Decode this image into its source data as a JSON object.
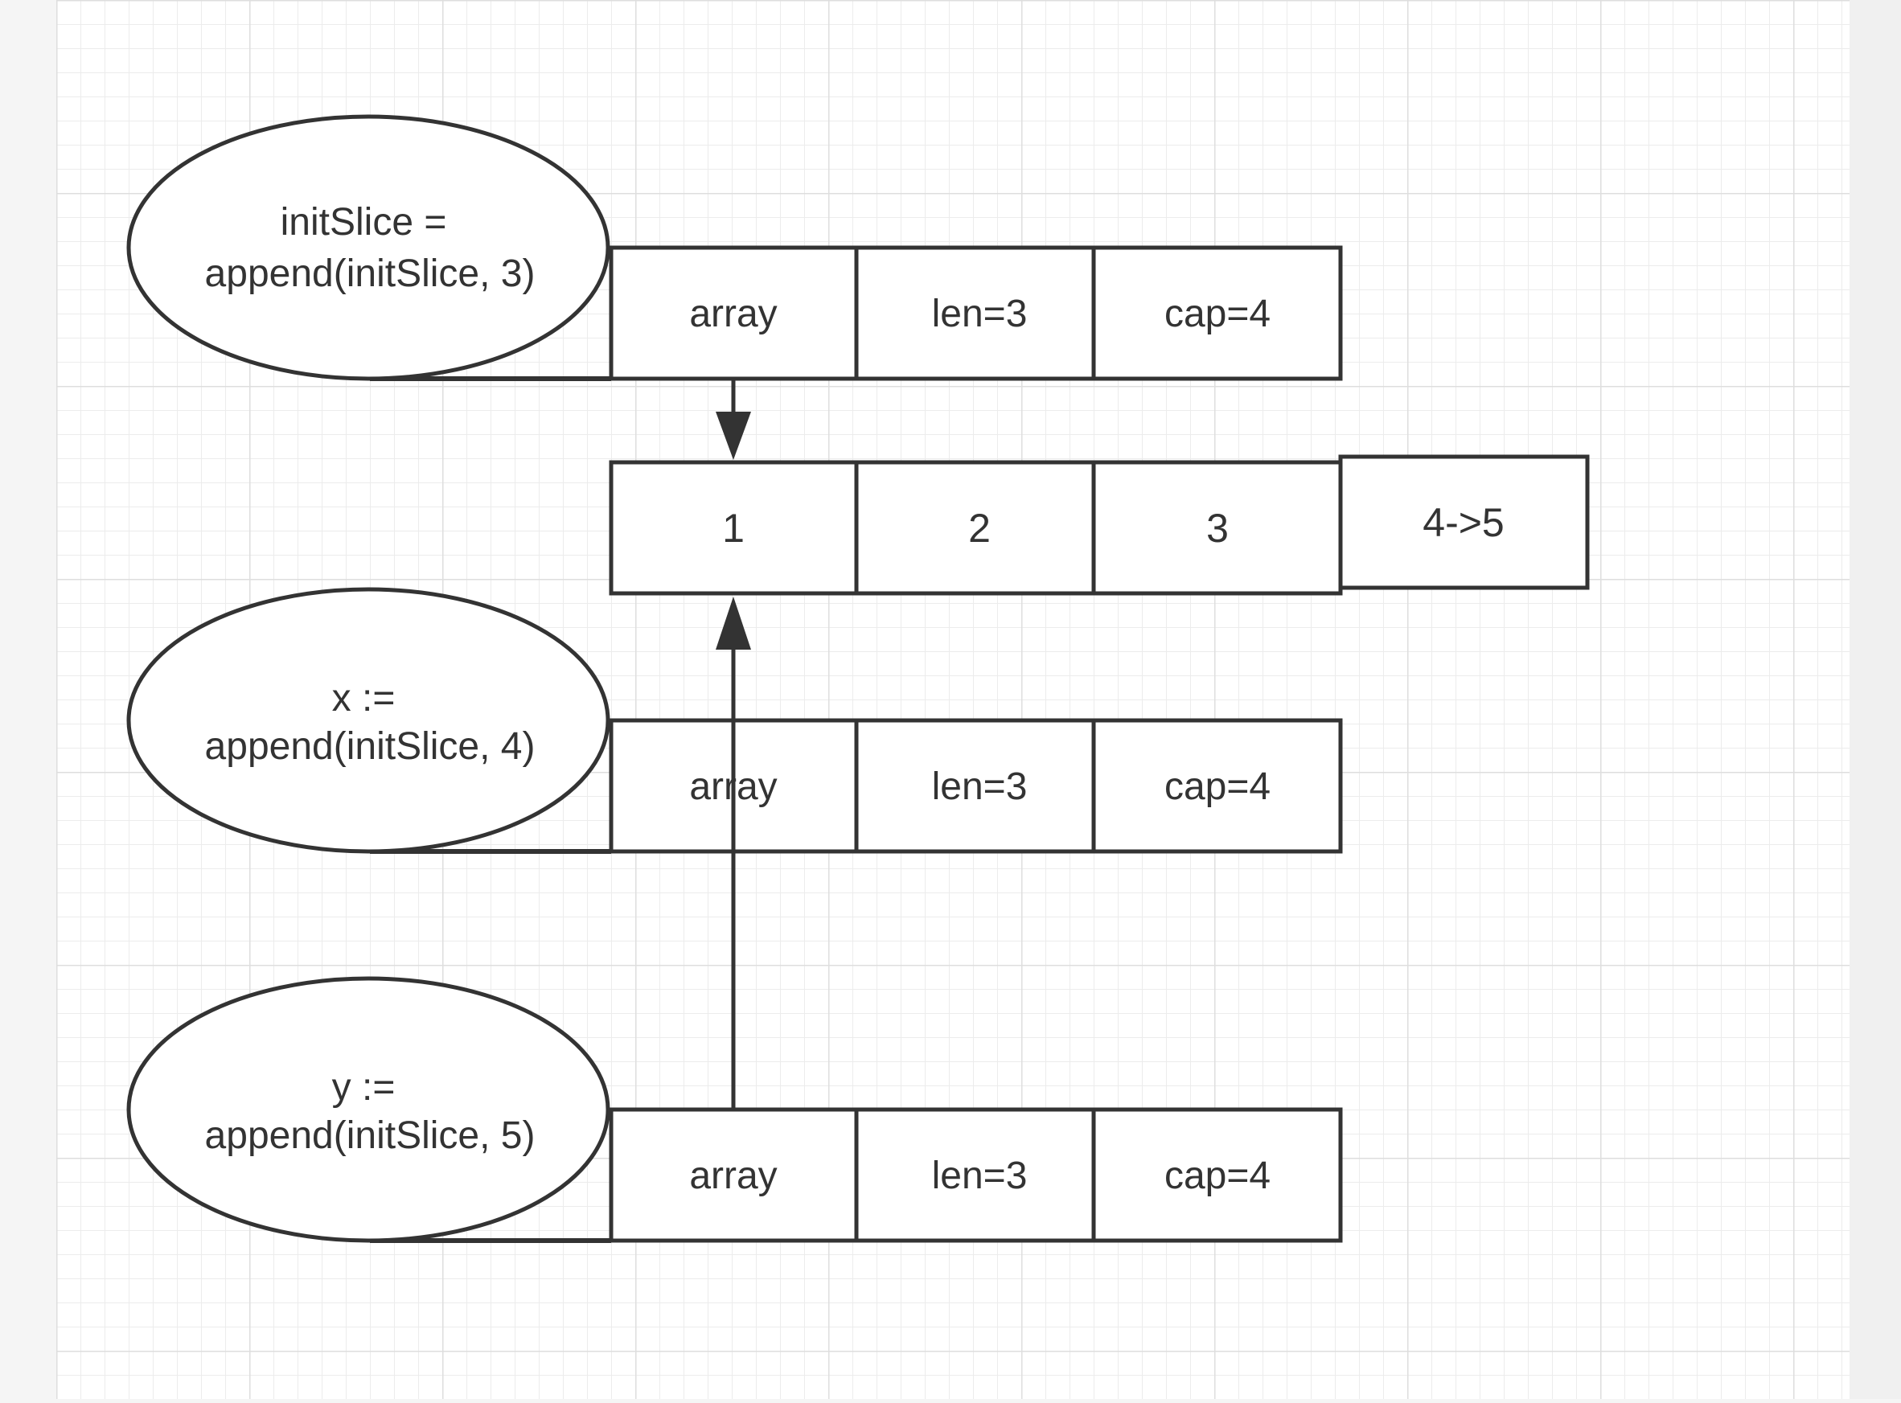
{
  "diagram": {
    "slices": [
      {
        "label_lines": [
          "initSlice =",
          "append(initSlice, 3)"
        ],
        "fields": [
          "array",
          "len=3",
          "cap=4"
        ]
      },
      {
        "label_lines": [
          "x :=",
          "append(initSlice, 4)"
        ],
        "fields": [
          "array",
          "len=3",
          "cap=4"
        ]
      },
      {
        "label_lines": [
          "y :=",
          "append(initSlice, 5)"
        ],
        "fields": [
          "array",
          "len=3",
          "cap=4"
        ]
      }
    ],
    "backing_array": [
      "1",
      "2",
      "3",
      "4->5"
    ]
  },
  "colors": {
    "canvas": "#ffffff",
    "grid_minor": "#ececec",
    "grid_major": "#dedede",
    "stroke": "#333333",
    "text": "#333333",
    "outside_left": "#f5f5f5",
    "outside_right": "#f0f0f0"
  }
}
